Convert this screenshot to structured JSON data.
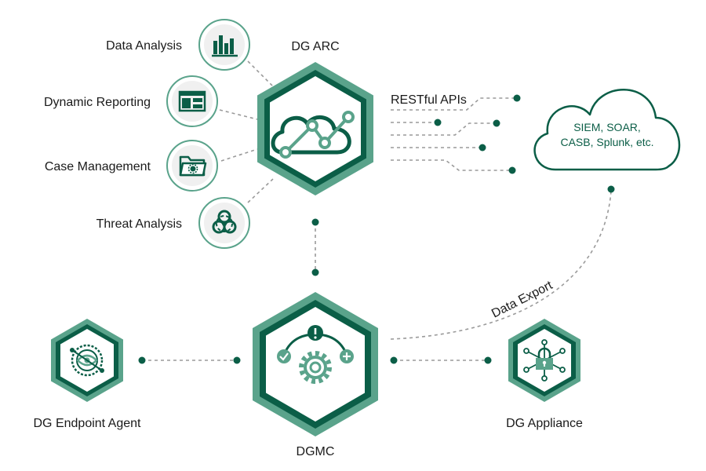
{
  "colors": {
    "accent_dark": "#0b5e47",
    "accent_light": "#5aa38b",
    "connector": "#9a9a9a",
    "icon_circle": "#f0f0f0"
  },
  "dg_arc": {
    "title": "DG ARC",
    "features": [
      {
        "label": "Data Analysis",
        "icon": "bar-chart-icon"
      },
      {
        "label": "Dynamic Reporting",
        "icon": "dashboard-window-icon"
      },
      {
        "label": "Case Management",
        "icon": "folder-gear-icon"
      },
      {
        "label": "Threat Analysis",
        "icon": "biohazard-icon"
      }
    ]
  },
  "api_label": "RESTful APIs",
  "cloud": {
    "line1": "SIEM, SOAR,",
    "line2": "CASB, Splunk, etc."
  },
  "export_label": "Data Export",
  "nodes": {
    "dgmc": "DGMC",
    "endpoint": "DG Endpoint Agent",
    "appliance": "DG Appliance"
  }
}
